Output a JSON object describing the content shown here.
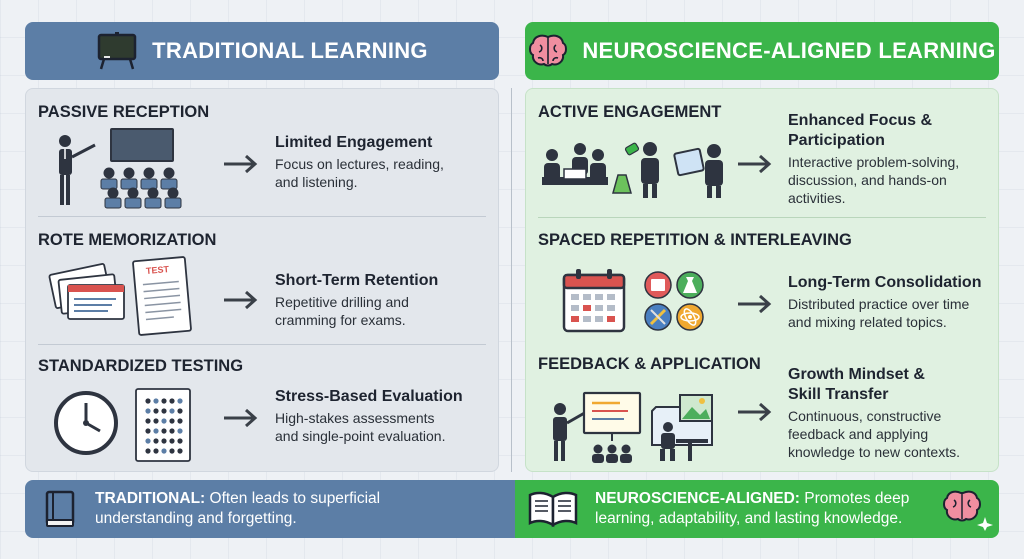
{
  "header": {
    "left_title": "TRADITIONAL LEARNING",
    "right_title": "NEUROSCIENCE-ALIGNED LEARNING"
  },
  "traditional": {
    "rows": [
      {
        "title": "PASSIVE RECEPTION",
        "head": "Limited Engagement",
        "body_1": "Focus on lectures, reading,",
        "body_2": "and listening."
      },
      {
        "title": "ROTE MEMORIZATION",
        "head": "Short-Term Retention",
        "body_1": "Repetitive drilling and",
        "body_2": "cramming for exams.",
        "test_label": "TEST"
      },
      {
        "title": "STANDARDIZED TESTING",
        "head": "Stress-Based Evaluation",
        "body_1": "High-stakes assessments",
        "body_2": "and single-point evaluation."
      }
    ]
  },
  "neuro": {
    "rows": [
      {
        "title": "ACTIVE ENGAGEMENT",
        "head_1": "Enhanced Focus &",
        "head_2": "Participation",
        "body_1": "Interactive problem-solving,",
        "body_2": "discussion, and hands-on",
        "body_3": "activities."
      },
      {
        "title": "SPACED REPETITION & INTERLEAVING",
        "head_1": "Long-Term Consolidation",
        "body_1": "Distributed practice over time",
        "body_2": "and mixing related topics."
      },
      {
        "title": "FEEDBACK & APPLICATION",
        "head_1": "Growth Mindset &",
        "head_2": "Skill Transfer",
        "body_1": "Continuous, constructive",
        "body_2": "feedback and applying",
        "body_3": "knowledge to new contexts."
      }
    ]
  },
  "footer": {
    "left_label": "TRADITIONAL:",
    "left_text_1": " Often leads to superficial",
    "left_text_2": "understanding and forgetting.",
    "right_label": "NEUROSCIENCE-ALIGNED:",
    "right_text_1": " Promotes deep",
    "right_text_2": "learning, adaptability, and lasting knowledge."
  },
  "colors": {
    "traditional_blue": "#5c7ea6",
    "neuro_green": "#3bb54a",
    "dark": "#2e3440"
  }
}
